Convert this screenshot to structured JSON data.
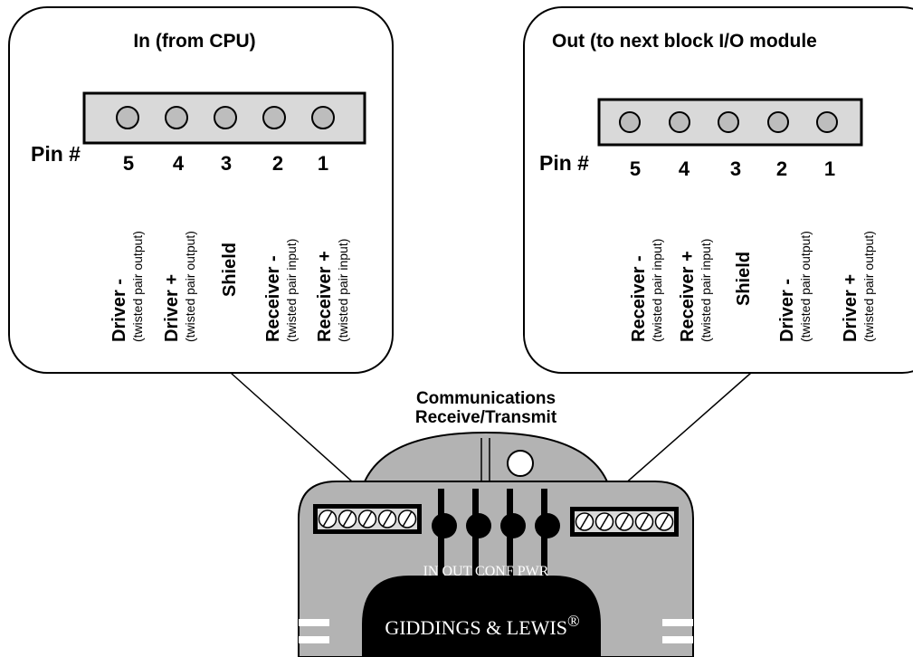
{
  "left_panel": {
    "title": "In (from CPU)",
    "pin_header": "Pin #",
    "pins": [
      {
        "number": "5",
        "name": "Driver -",
        "note": "(twisted pair output)"
      },
      {
        "number": "4",
        "name": "Driver +",
        "note": "(twisted pair output)"
      },
      {
        "number": "3",
        "name": "Shield",
        "note": ""
      },
      {
        "number": "2",
        "name": "Receiver -",
        "note": "(twisted pair input)"
      },
      {
        "number": "1",
        "name": "Receiver +",
        "note": "(twisted pair input)"
      }
    ]
  },
  "right_panel": {
    "title": "Out (to next block I/O module",
    "pin_header": "Pin #",
    "pins": [
      {
        "number": "5",
        "name": "Receiver -",
        "note": "(twisted pair input)"
      },
      {
        "number": "4",
        "name": "Receiver +",
        "note": "(twisted pair input)"
      },
      {
        "number": "3",
        "name": "Shield",
        "note": ""
      },
      {
        "number": "2",
        "name": "Driver -",
        "note": "(twisted pair output)"
      },
      {
        "number": "1",
        "name": "Driver +",
        "note": "(twisted pair output)"
      }
    ]
  },
  "comms_label": {
    "line1": "Communications",
    "line2": "Receive/Transmit"
  },
  "module": {
    "led_labels": "IN OUT CONF PWR",
    "brand": "GIDDINGS & LEWIS",
    "brand_mark": "®"
  },
  "colors": {
    "module_body": "#b3b3b3",
    "module_face": "#000000",
    "pin_fill": "#bdbdbd",
    "connector_fill": "#d9d9d9"
  }
}
